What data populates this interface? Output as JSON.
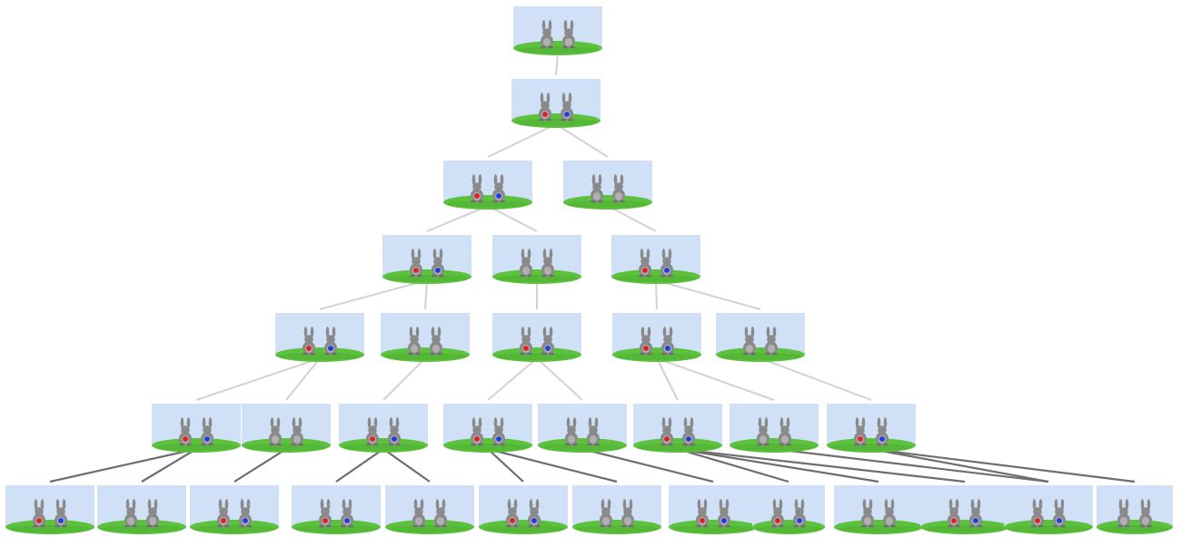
{
  "diagram": {
    "type": "family-tree",
    "node_kind": "rabbit-pair",
    "colors": {
      "sky": "#cfe0f7",
      "grass": "#5cc23d",
      "grass_dark": "#46a52c",
      "rabbit": "#8a8a8a",
      "rabbit_dark": "#707070",
      "belly": "#b0b0b0",
      "red_marker": "#e02020",
      "blue_marker": "#1a3fe0",
      "edge_light": "#d2d2d2",
      "edge_dark": "#6e6e6e"
    },
    "generations": [
      {
        "generation": 1,
        "pairs": [
          "young"
        ]
      },
      {
        "generation": 2,
        "pairs": [
          "adult"
        ]
      },
      {
        "generation": 3,
        "pairs": [
          "adult",
          "young"
        ]
      },
      {
        "generation": 4,
        "pairs": [
          "adult",
          "young",
          "adult"
        ]
      },
      {
        "generation": 5,
        "pairs": [
          "adult",
          "young",
          "adult",
          "adult",
          "young"
        ]
      },
      {
        "generation": 6,
        "pairs": [
          "adult",
          "young",
          "adult",
          "adult",
          "young",
          "adult",
          "young",
          "adult"
        ]
      },
      {
        "generation": 7,
        "pairs": [
          "adult",
          "young",
          "adult",
          "adult",
          "young",
          "adult",
          "young",
          "adult",
          "adult",
          "young",
          "adult",
          "adult",
          "young"
        ]
      }
    ]
  }
}
